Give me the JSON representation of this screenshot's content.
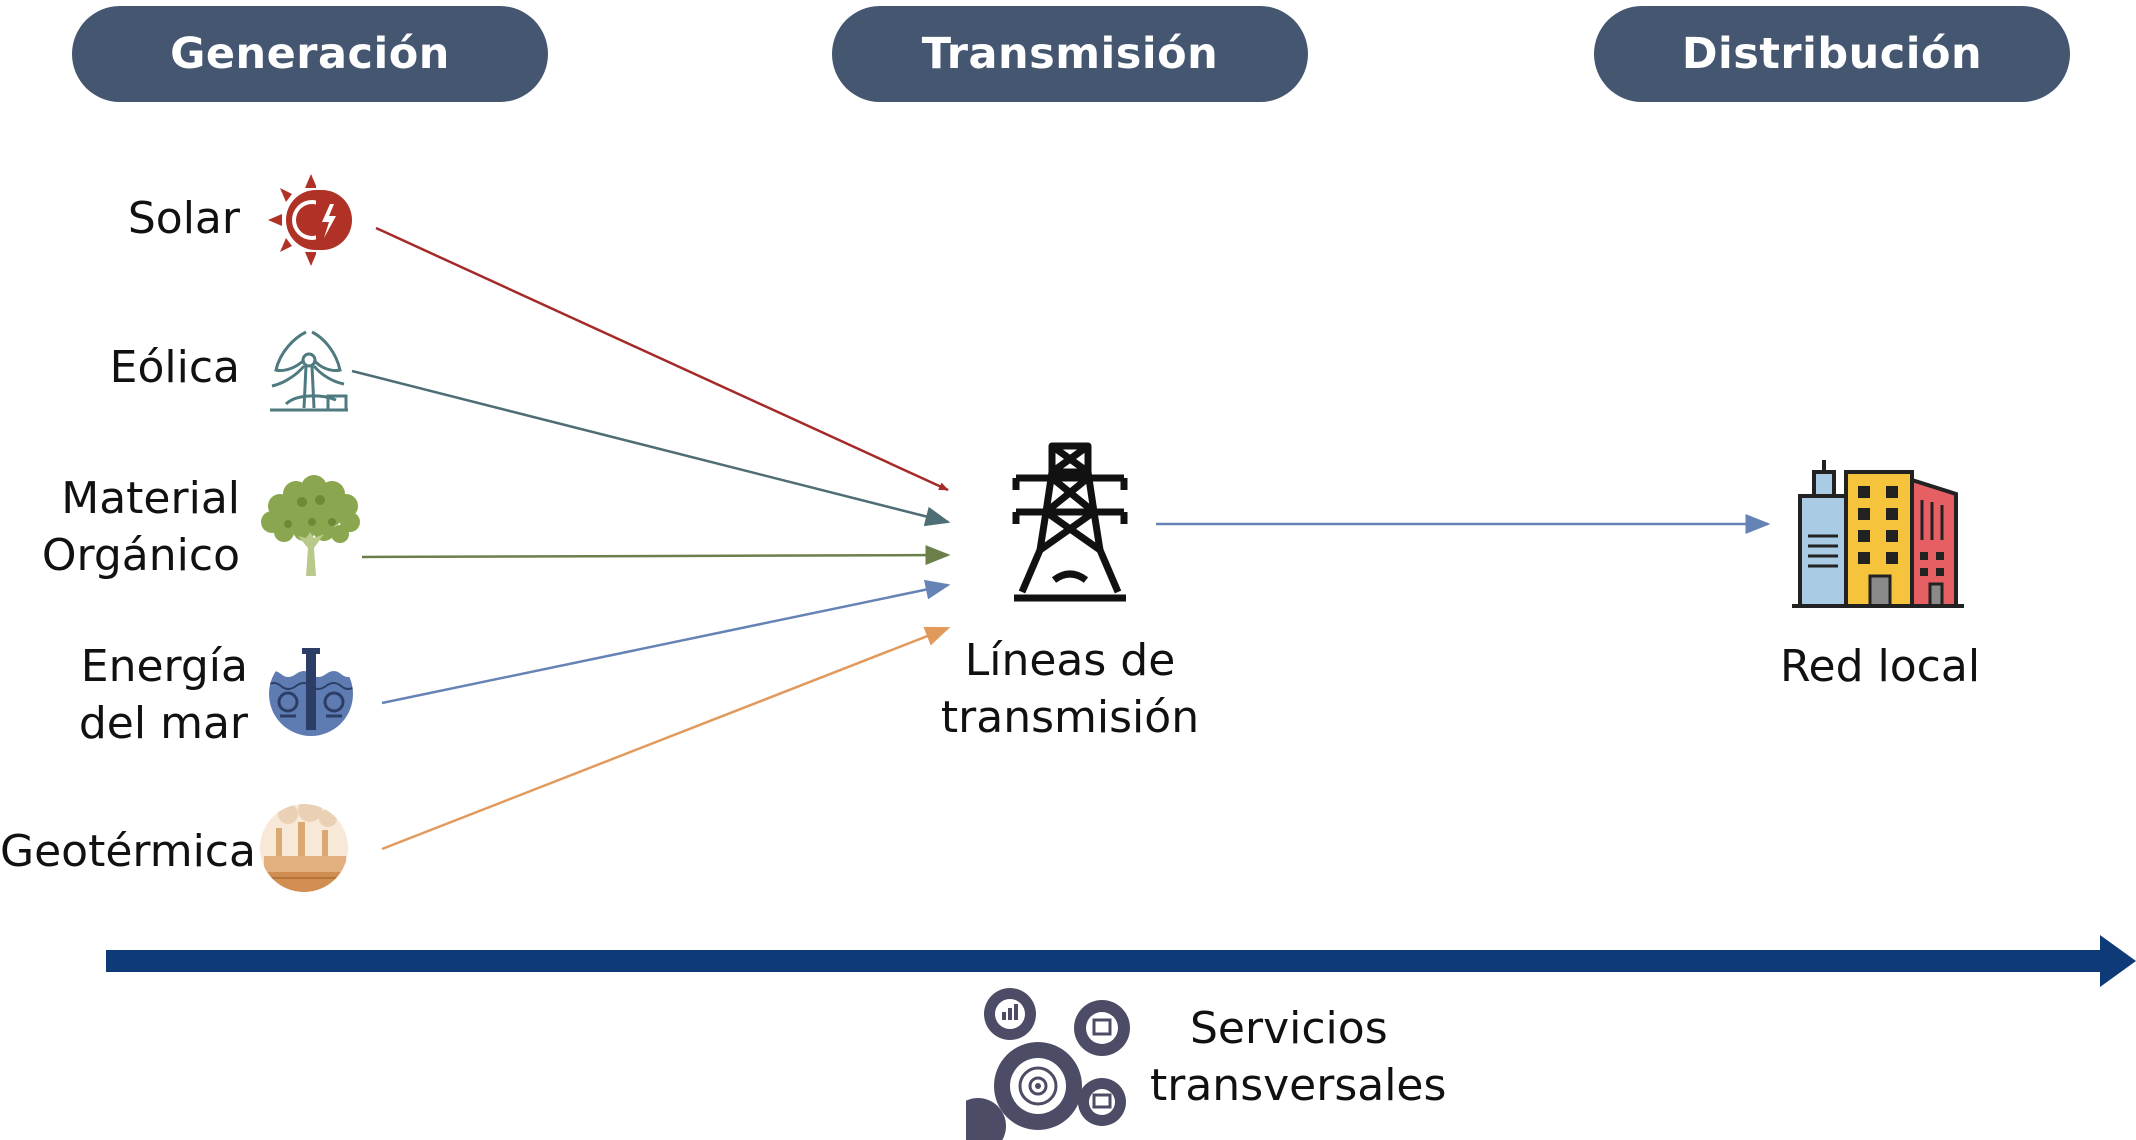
{
  "stages": {
    "generation": "Generación",
    "transmission": "Transmisión",
    "distribution": "Distribución"
  },
  "sources": [
    {
      "label": "Solar",
      "icon": "solar-icon",
      "arrow_color": "#A52A2A"
    },
    {
      "label": "Eólica",
      "icon": "wind-turbine-icon",
      "arrow_color": "#4F6D74"
    },
    {
      "label": "Material Orgánico",
      "label_lines": [
        "Material",
        "Orgánico"
      ],
      "icon": "tree-icon",
      "arrow_color": "#6B7F4A"
    },
    {
      "label": "Energía del mar",
      "label_lines": [
        "Energía",
        "del mar"
      ],
      "icon": "sea-energy-icon",
      "arrow_color": "#6683B5"
    },
    {
      "label": "Geotérmica",
      "icon": "geothermal-icon",
      "arrow_color": "#E29A5C"
    }
  ],
  "transmission_node": {
    "label_lines": [
      "Líneas de",
      "transmisión"
    ],
    "icon": "transmission-tower-icon"
  },
  "distribution_node": {
    "label": "Red local",
    "icon": "city-buildings-icon",
    "arrow_color": "#6683B5"
  },
  "timeline": {
    "color": "#0E3A78"
  },
  "cross_services": {
    "label_lines": [
      "Servicios",
      "transversales"
    ],
    "icon": "gears-icon"
  }
}
